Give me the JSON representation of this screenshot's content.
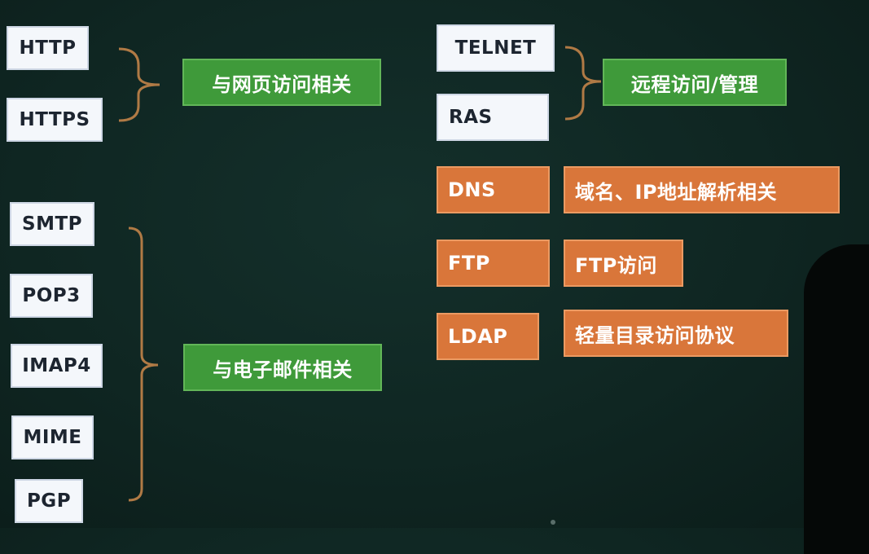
{
  "left_group_web": {
    "protocols": [
      "HTTP",
      "HTTPS"
    ],
    "label": "与网页访问相关"
  },
  "left_group_mail": {
    "protocols": [
      "SMTP",
      "POP3",
      "IMAP4",
      "MIME",
      "PGP"
    ],
    "label": "与电子邮件相关"
  },
  "right_group_remote": {
    "protocols": [
      "TELNET",
      "RAS"
    ],
    "label": "远程访问/管理"
  },
  "right_pairs": [
    {
      "protocol": "DNS",
      "label": "域名、IP地址解析相关"
    },
    {
      "protocol": "FTP",
      "label": "FTP访问"
    },
    {
      "protocol": "LDAP",
      "label": "轻量目录访问协议"
    }
  ],
  "colors": {
    "background": "#0f2622",
    "protocol_box": "#f4f7fb",
    "green_label": "#3f9a3a",
    "orange_box": "#d9763a",
    "bracket": "#b07a45"
  }
}
